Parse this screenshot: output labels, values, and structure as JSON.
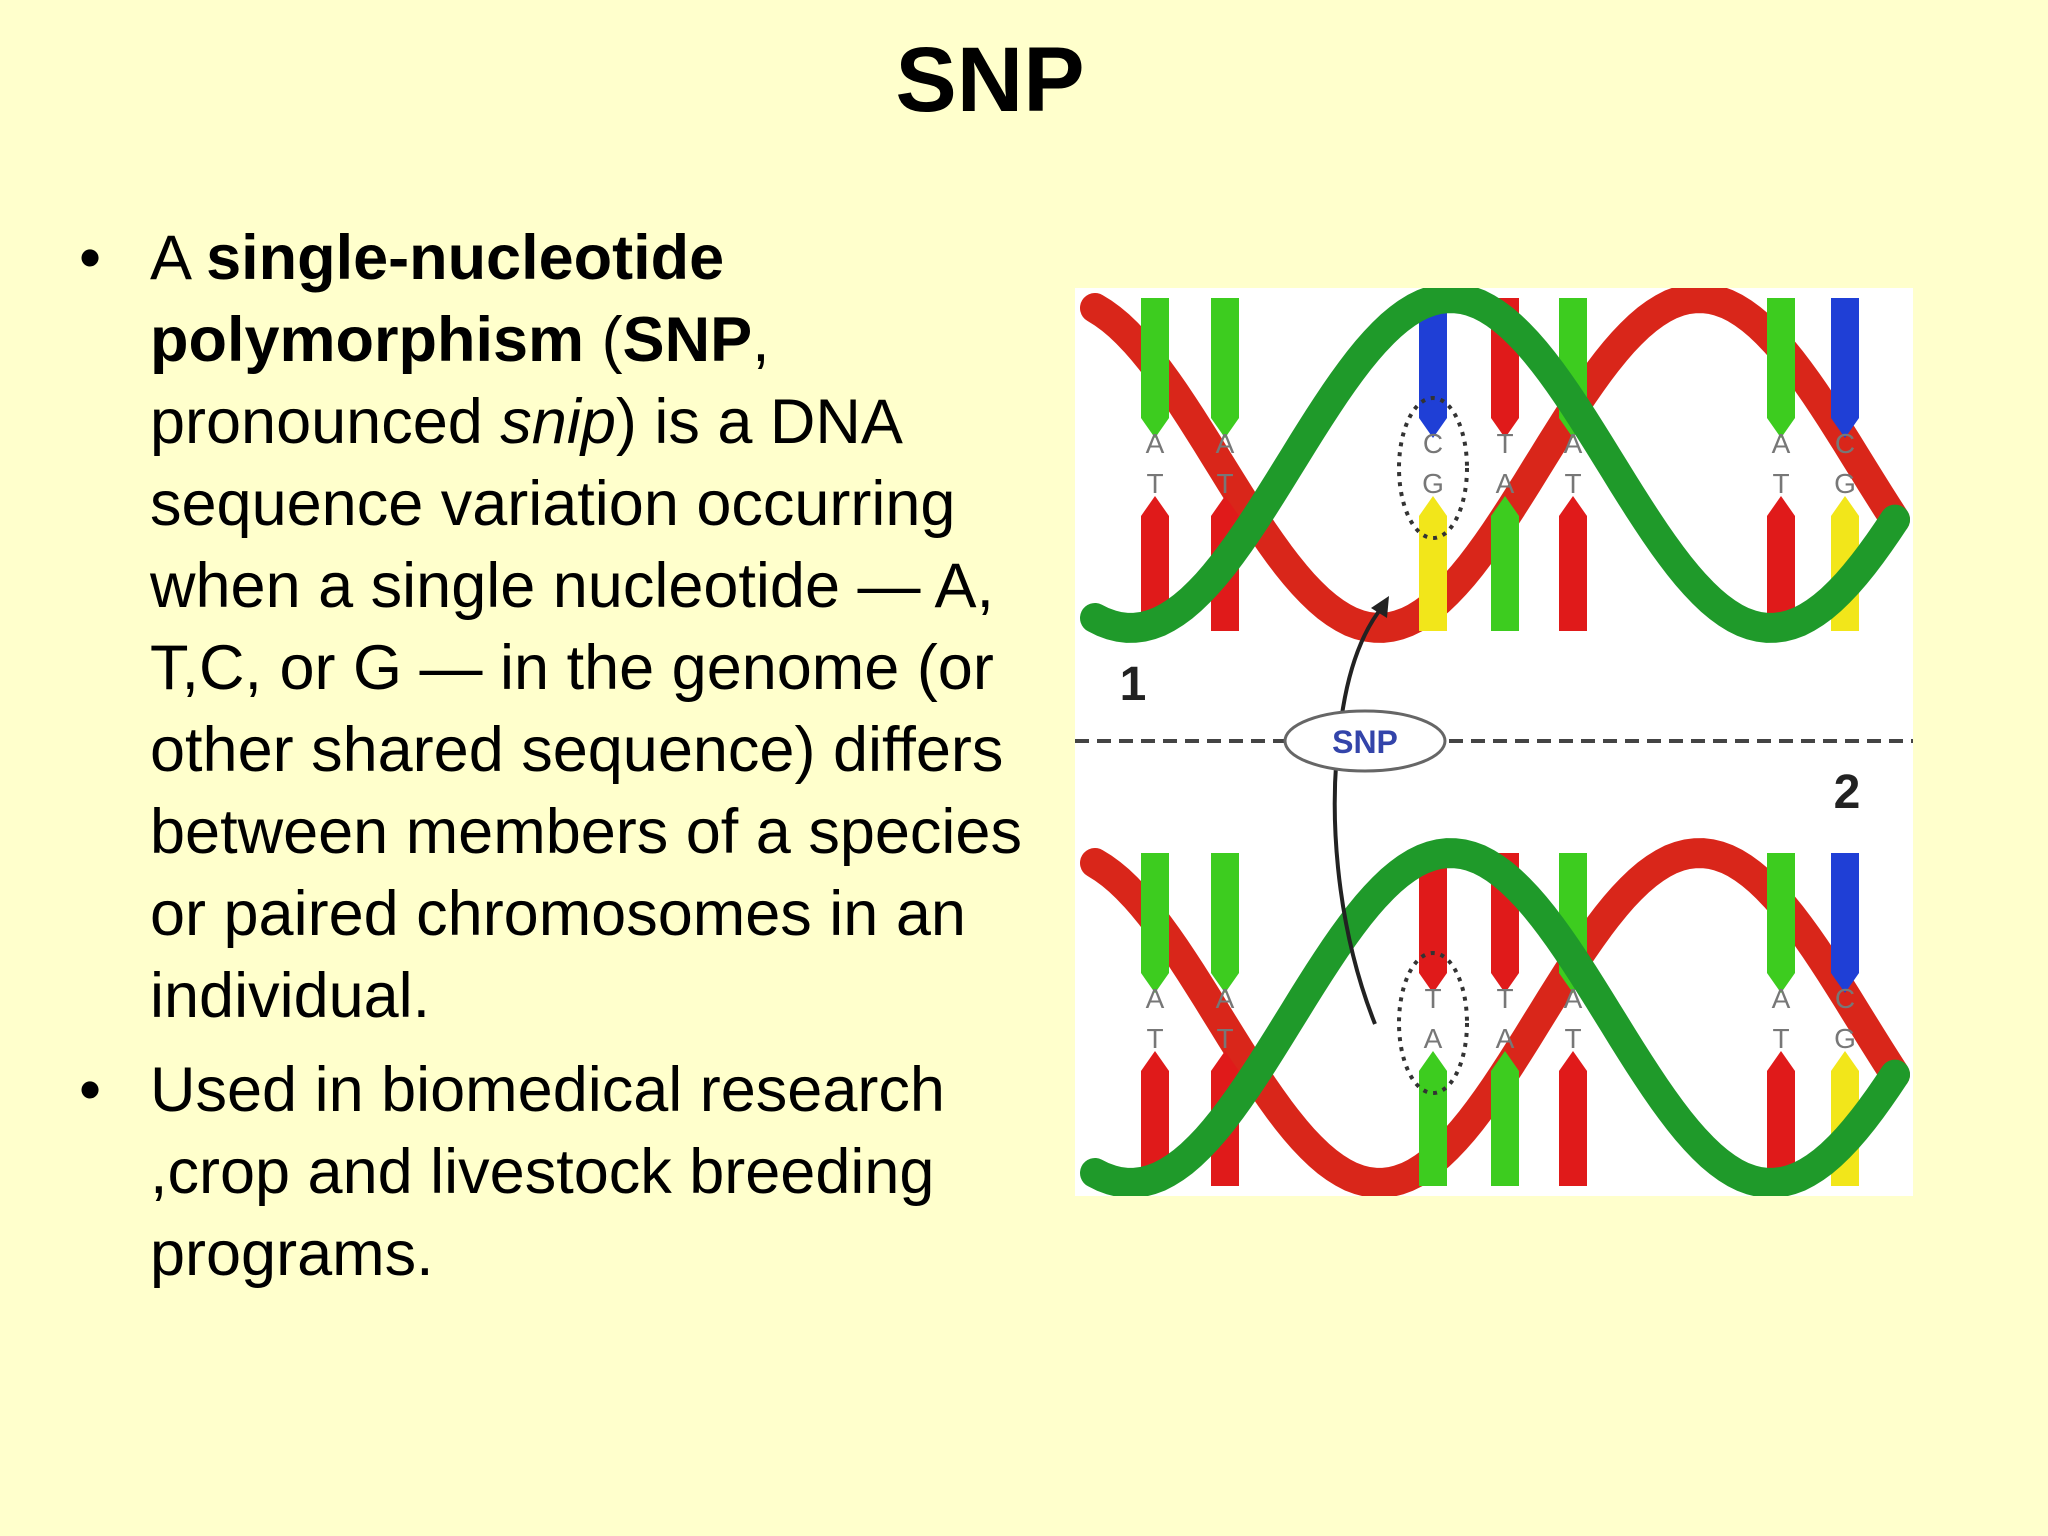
{
  "slide": {
    "title": "SNP",
    "bullet_glyph": "•",
    "bullet1": {
      "t1": "A ",
      "t2": "single-nucleotide polymorphism",
      "t3": " (",
      "t4": "SNP",
      "t5": ", pronounced ",
      "t6": "snip",
      "t7": ") is a DNA sequence variation occurring when a single nucleotide — A, T,C, or G — in the genome (or other shared sequence) differs between members of a species or paired chromosomes in an individual."
    },
    "bullet2": "Used in biomedical research ,crop and livestock breeding programs."
  },
  "figure": {
    "snp_label": "SNP",
    "strand1_label": "1",
    "strand2_label": "2",
    "strand1_top": [
      "A",
      "A",
      "C",
      "T",
      "A",
      "A",
      "C"
    ],
    "strand1_bottom": [
      "T",
      "T",
      "G",
      "A",
      "T",
      "T",
      "G"
    ],
    "strand2_top": [
      "A",
      "A",
      "T",
      "T",
      "A",
      "A",
      "C"
    ],
    "strand2_bottom": [
      "T",
      "T",
      "A",
      "A",
      "T",
      "T",
      "G"
    ],
    "colors": {
      "green": "#3dcc1f",
      "red": "#e01a1a",
      "blue": "#1f3fd6",
      "yellow": "#f2e61a",
      "backbone_green": "#1f9a2a",
      "backbone_red": "#d9261a"
    }
  }
}
